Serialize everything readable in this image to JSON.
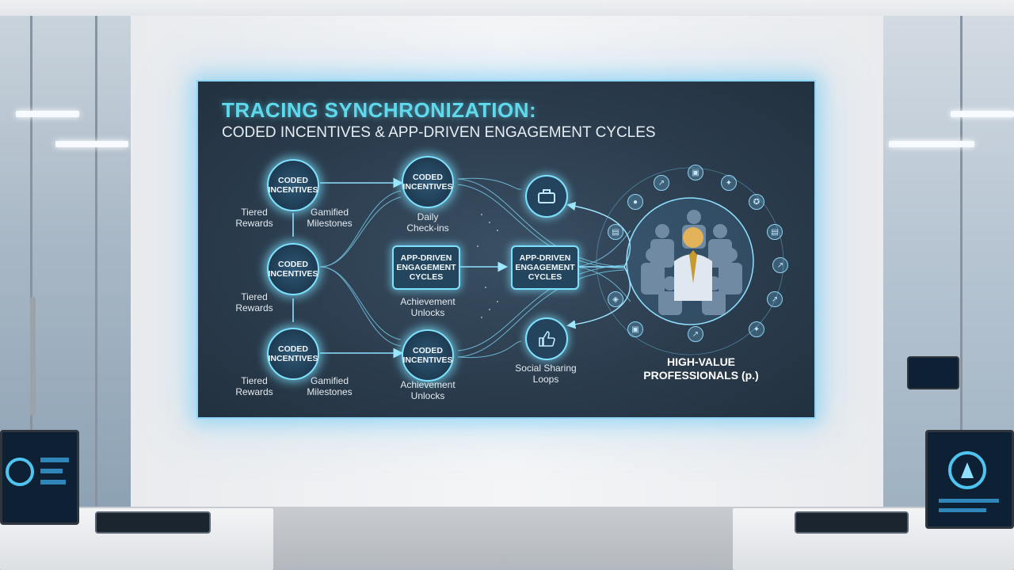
{
  "title": {
    "line1": "TRACING SYNCHRONIZATION:",
    "line2": "CODED INCENTIVES & APP-DRIVEN ENGAGEMENT CYCLES"
  },
  "nodes": {
    "coded_incentives": "CODED INCENTIVES",
    "app_driven": "APP-DRIVEN ENGAGEMENT CYCLES"
  },
  "labels": {
    "tiered_rewards": "Tiered Rewards",
    "gamified_milestones": "Gamified Milestones",
    "daily_checkins": "Daily Check-ins",
    "achievement_unlocks": "Achievement Unlocks",
    "social_sharing_loops": "Social Sharing Loops",
    "high_value_professionals": "HIGH-VALUE PROFESSIONALS (p.)"
  },
  "colors": {
    "accent": "#7ee2ff",
    "title": "#5fd9ec",
    "screen": "#2a3b4c"
  },
  "icons": [
    "briefcase-icon",
    "thumbs-up-icon",
    "person-icon",
    "chart-icon",
    "lightbulb-icon",
    "shield-icon",
    "badge-icon",
    "document-icon"
  ]
}
